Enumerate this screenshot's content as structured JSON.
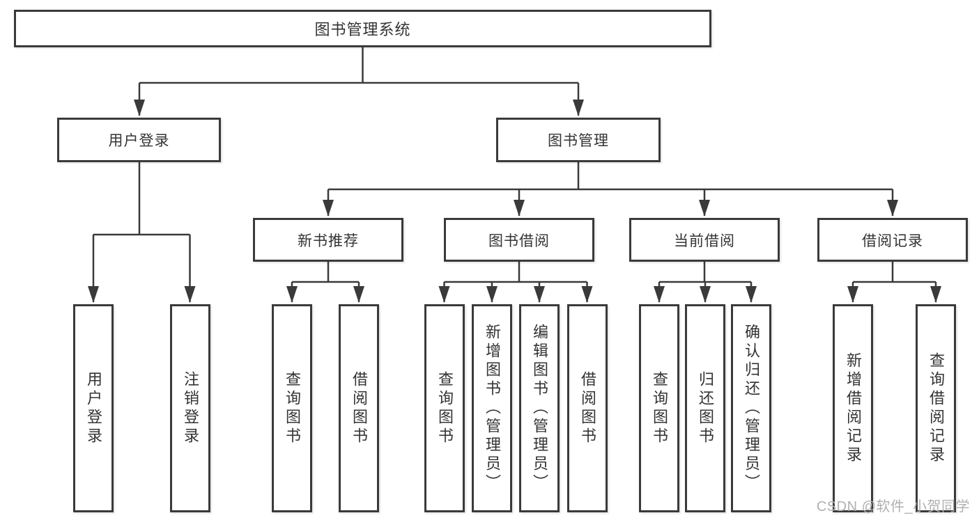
{
  "tree": {
    "root": "图书管理系统",
    "branches": [
      {
        "label": "用户登录",
        "leaves": [
          {
            "label": "用户登录"
          },
          {
            "label": "注销登录"
          }
        ]
      },
      {
        "label": "图书管理",
        "groups": [
          {
            "label": "新书推荐",
            "leaves": [
              {
                "label": "查询图书"
              },
              {
                "label": "借阅图书"
              }
            ]
          },
          {
            "label": "图书借阅",
            "leaves": [
              {
                "label": "查询图书"
              },
              {
                "label": "新增图书（管理员）"
              },
              {
                "label": "编辑图书（管理员）"
              },
              {
                "label": "借阅图书"
              }
            ]
          },
          {
            "label": "当前借阅",
            "leaves": [
              {
                "label": "查询图书"
              },
              {
                "label": "归还图书"
              },
              {
                "label": "确认归还（管理员）"
              }
            ]
          },
          {
            "label": "借阅记录",
            "leaves": [
              {
                "label": "新增借阅记录"
              },
              {
                "label": "查询借阅记录"
              }
            ]
          }
        ]
      }
    ]
  },
  "watermark": "CSDN @软件_小贺同学",
  "colors": {
    "line": "#3a3a3a",
    "text": "#333333",
    "background": "#ffffff",
    "watermark": "#b0b0b0"
  }
}
